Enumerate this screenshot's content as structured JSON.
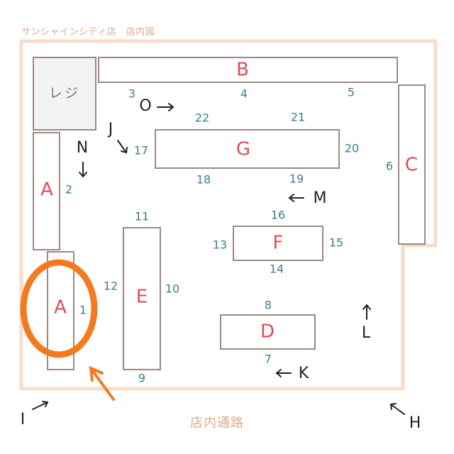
{
  "title": "サンシャインシティ店　店内図",
  "corridor_label": "店内通路",
  "colors": {
    "floor_border": "#f6dccb",
    "fixture_stroke": "#7a625b",
    "fixture_letter": "#e04a5a",
    "register_text": "#8a7670",
    "spot_number": "#3a7f8c",
    "marker": "#222222",
    "highlight": "#f47a1f"
  },
  "register": {
    "label": "レジ"
  },
  "fixtures": [
    {
      "id": "fixture-b",
      "label": "B"
    },
    {
      "id": "fixture-c",
      "label": "C"
    },
    {
      "id": "fixture-g",
      "label": "G"
    },
    {
      "id": "fixture-a-upper",
      "label": "A"
    },
    {
      "id": "fixture-a-lower",
      "label": "A"
    },
    {
      "id": "fixture-e",
      "label": "E"
    },
    {
      "id": "fixture-f",
      "label": "F"
    },
    {
      "id": "fixture-d",
      "label": "D"
    }
  ],
  "spot_numbers": [
    "1",
    "2",
    "3",
    "4",
    "5",
    "6",
    "7",
    "8",
    "9",
    "10",
    "11",
    "12",
    "13",
    "14",
    "15",
    "16",
    "17",
    "18",
    "19",
    "20",
    "21",
    "22"
  ],
  "markers": [
    "H",
    "I",
    "J",
    "K",
    "L",
    "M",
    "N",
    "O"
  ]
}
